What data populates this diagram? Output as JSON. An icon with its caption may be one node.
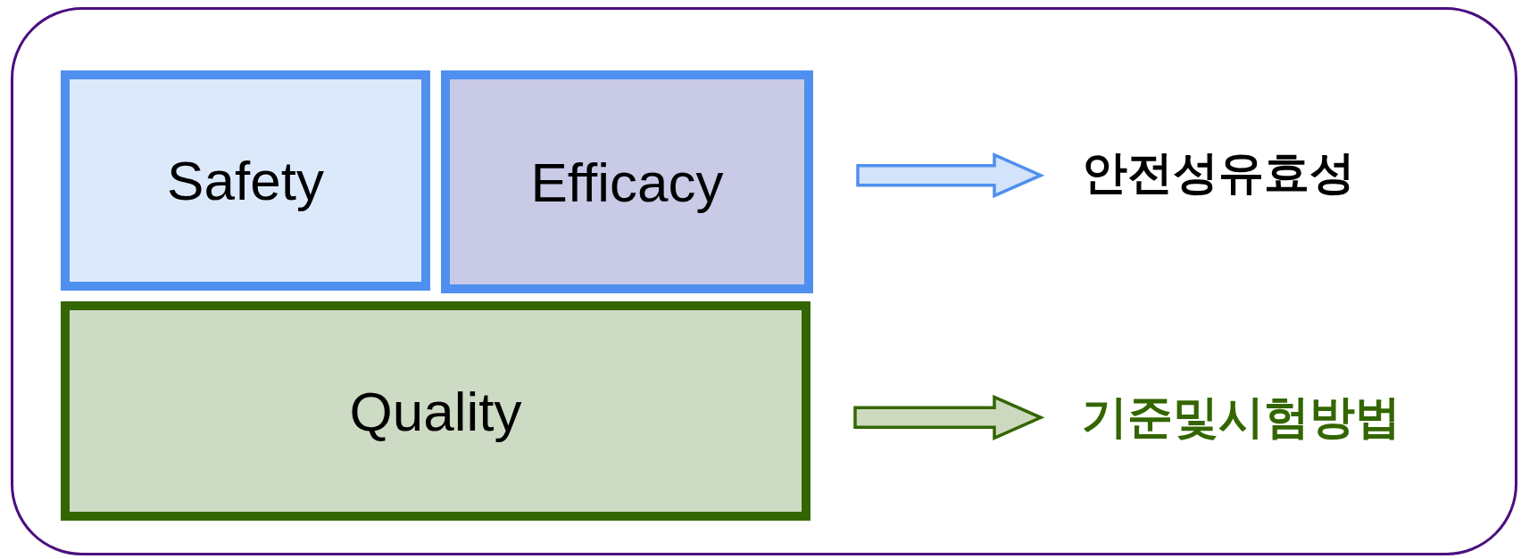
{
  "diagram": {
    "nodes": [
      {
        "text": [],
        "shape": "box"
      },
      {
        "text": [
          "Safety"
        ],
        "in": 0
      },
      {
        "text": [
          "Efficacy"
        ],
        "in": 0
      },
      {
        "text": [
          "Quality"
        ],
        "in": 0
      },
      {
        "text": [
          "안전성유효성"
        ],
        "in": 0
      },
      {
        "text": [
          "기준및시험방법"
        ],
        "in": 0
      }
    ],
    "edges": [
      {
        "from": 2,
        "to": 4,
        "arrow": "to",
        "color": "#4f8fef"
      },
      {
        "from": 3,
        "to": 5,
        "arrow": "to",
        "color": "#336600"
      }
    ]
  }
}
